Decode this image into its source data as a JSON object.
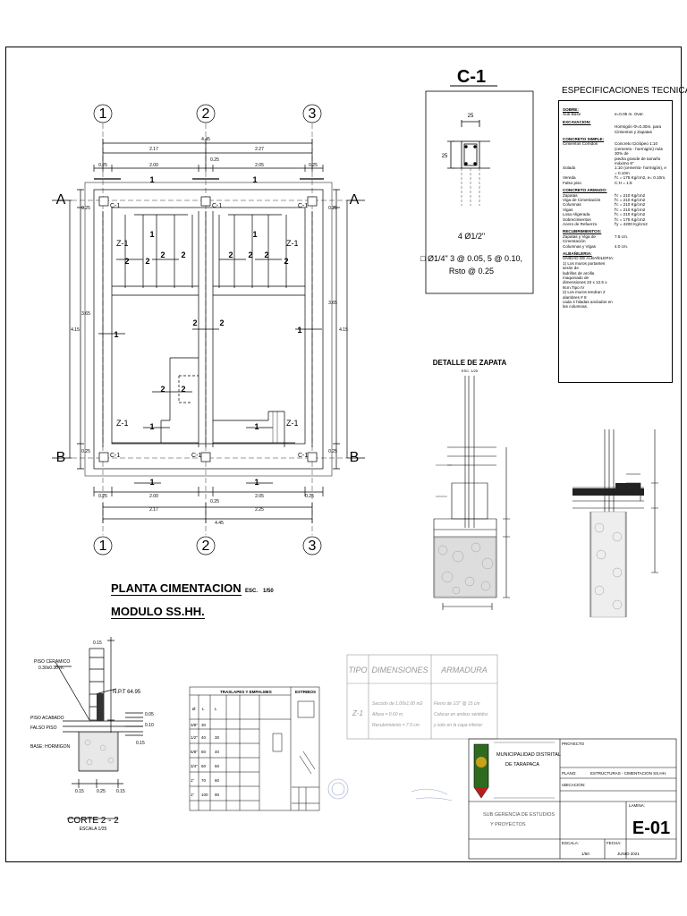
{
  "main_plan": {
    "title": "PLANTA CIMENTACION",
    "subtitle": "MODULO SS.HH.",
    "scale_label": "ESC.",
    "scale_value": "1/50",
    "axes_top": [
      "1",
      "2",
      "3"
    ],
    "axes_bottom": [
      "1",
      "2",
      "3"
    ],
    "axes_left": [
      "A",
      "B"
    ],
    "axes_right": [
      "A",
      "B"
    ],
    "columns": [
      "C-1",
      "C-1",
      "C-1",
      "C-1",
      "C-1",
      "C-1"
    ],
    "z_labels": [
      "Z-1",
      "Z-1",
      "Z-1",
      "Z-1"
    ],
    "dims_top_total": "4.45",
    "dims_top_halves": [
      "2.17",
      "2.27"
    ],
    "dims_top_parts": [
      "0.25",
      "2.00",
      "0.25",
      "2.05",
      "0.25"
    ],
    "dims_bottom_parts": [
      "0.25",
      "2.00",
      "0.25",
      "2.05",
      "0.25"
    ],
    "dims_bottom_halves": [
      "2.17",
      "2.25"
    ],
    "dims_bottom_total": "4.45",
    "dims_left": [
      "0.25",
      "3.65",
      "0.25",
      "4.15"
    ],
    "dims_right": [
      "0.25",
      "3.65",
      "0.25",
      "4.15"
    ]
  },
  "column_detail": {
    "title": "C-1",
    "dim_w": "25",
    "dim_h": "25",
    "rebar": "4 Ø1/2\"",
    "stirrups": "□ Ø1/4\" 3 @ 0.05, 5 @ 0.10,",
    "stirrups_2": "Rsto @ 0.25"
  },
  "specs": {
    "title": "ESPECIFICACIONES TECNICAS",
    "sections": [
      {
        "head": "SOBRE:",
        "rows": [
          [
            "Sub-Base",
            "e=0.05 m. Over."
          ]
        ]
      },
      {
        "head": "EXCAVACION:",
        "rows": [
          [
            "",
            "Hormigón Φ=0.30m. para"
          ],
          [
            "",
            "Cimientos y Zapatas"
          ]
        ]
      },
      {
        "head": "CONCRETO SIMPLE:",
        "rows": [
          [
            "Cimientos Corridos",
            "Concreto Ciclópeo 1:10"
          ],
          [
            "",
            "(cemento - hormigón) más 30% de"
          ],
          [
            "",
            "piedra grande de tamaño máximo 6\""
          ],
          [
            "Solado",
            "1:10 (cemento- hormigón), e = 0.10m"
          ],
          [
            "Vereda",
            "f'c = 175 Kg/cm2, e= 0.10m."
          ],
          [
            "Falso piso",
            "C:H = 1:8"
          ]
        ]
      },
      {
        "head": "CONCRETO ARMADO:",
        "rows": [
          [
            "Zapatas",
            "f'c = 210 Kg/cm2"
          ],
          [
            "Viga de Cimentación",
            "f'c = 210 Kg/cm2"
          ],
          [
            "Columnas",
            "f'c = 210 Kg/cm2"
          ],
          [
            "Vigas",
            "f'c = 210 Kg/cm2"
          ],
          [
            "Losa Aligerada",
            "f'c = 210 Kg/cm2"
          ],
          [
            "Sobrecimientos",
            "f'c = 175 Kg/cm2"
          ],
          [
            "Acero de Refuerzo",
            "f'y = 4200 Kg/cm2"
          ]
        ]
      },
      {
        "head": "RECUBRIMIENTOS:",
        "rows": [
          [
            "Zapatas y Viga de Cimentación",
            "7.5 cm."
          ],
          [
            "Columnas y Vigas",
            "4.0 cm."
          ]
        ]
      },
      {
        "head": "ALBAÑILERIA:",
        "rows": [
          [
            "UNIDAD DE ALBAÑILERIA:",
            ""
          ],
          [
            "1) Los muros portantes serán de",
            ""
          ],
          [
            "ladrillos de arcilla maquinado de",
            ""
          ],
          [
            "dimensiones 23 x 12.5 x 9cm.Tipo IV",
            ""
          ],
          [
            "2) Los muros tendran 2 alambres # 8",
            ""
          ],
          [
            "cada 4 hiladas anclados en las columnas.",
            ""
          ]
        ]
      }
    ]
  },
  "footing_detail": {
    "title": "DETALLE DE ZAPATA",
    "subtitle": "ESC. 1/25"
  },
  "section_cut": {
    "title": "CORTE  2 - 2",
    "subtitle": "ESCALA 1/25",
    "labels": [
      "PISO CERAMICO",
      "0.30x0.30 m.",
      "N.P.T 64.95",
      "PISO ACABADO",
      "FALSO PISO",
      "BASE: HORMIGON"
    ],
    "dims": [
      "0.15",
      "0.05",
      "0.10",
      "0.15",
      "0.15",
      "0.25",
      "0.15"
    ]
  },
  "splice_table": {
    "title": "TRASLAPES Y EMPALMES",
    "stirrup_title": "ESTRIBOS",
    "col_heads": [
      "Ø",
      "L",
      "L"
    ],
    "rows": [
      [
        "3/8\"",
        "30",
        ""
      ],
      [
        "1/2\"",
        "40",
        "30"
      ],
      [
        "5/8\"",
        "50",
        "40"
      ],
      [
        "3/4\"",
        "60",
        "50"
      ],
      [
        "1\"",
        "70",
        "60"
      ],
      [
        "1\"",
        "100",
        "90"
      ]
    ]
  },
  "zapata_table": {
    "heads": [
      "TIPO",
      "DIMENSIONES",
      "ARMADURA"
    ],
    "type": "Z-1",
    "dims": [
      "Sección de 1.00x1.00 m2",
      "Altura = 0.60 m.",
      "Recubrimiento = 7.5 cm"
    ],
    "armor": [
      "Fierro de 1/2\" @ 15 cm",
      "Colocar en ambos sentidos",
      "y solo en la capa inferior"
    ]
  },
  "title_block": {
    "org": "MUNICIPALIDAD DISTRITAL",
    "org_2": "DE TARAPACA",
    "project_label": "PROYECTO",
    "plan_label": "PLANO:",
    "plan_value": "ESTRUCTURAS - CIMENTACION SS.HH.",
    "location_label": "UBICACION:",
    "office": "SUB GERENCIA DE ESTUDIOS",
    "office_2": "Y PROYECTOS",
    "sheet_label": "LAMINA:",
    "sheet": "E-01",
    "scale_label": "ESCALA:",
    "scale": "1/50",
    "date_label": "FECHA:",
    "date": "JUNIO 2021"
  }
}
